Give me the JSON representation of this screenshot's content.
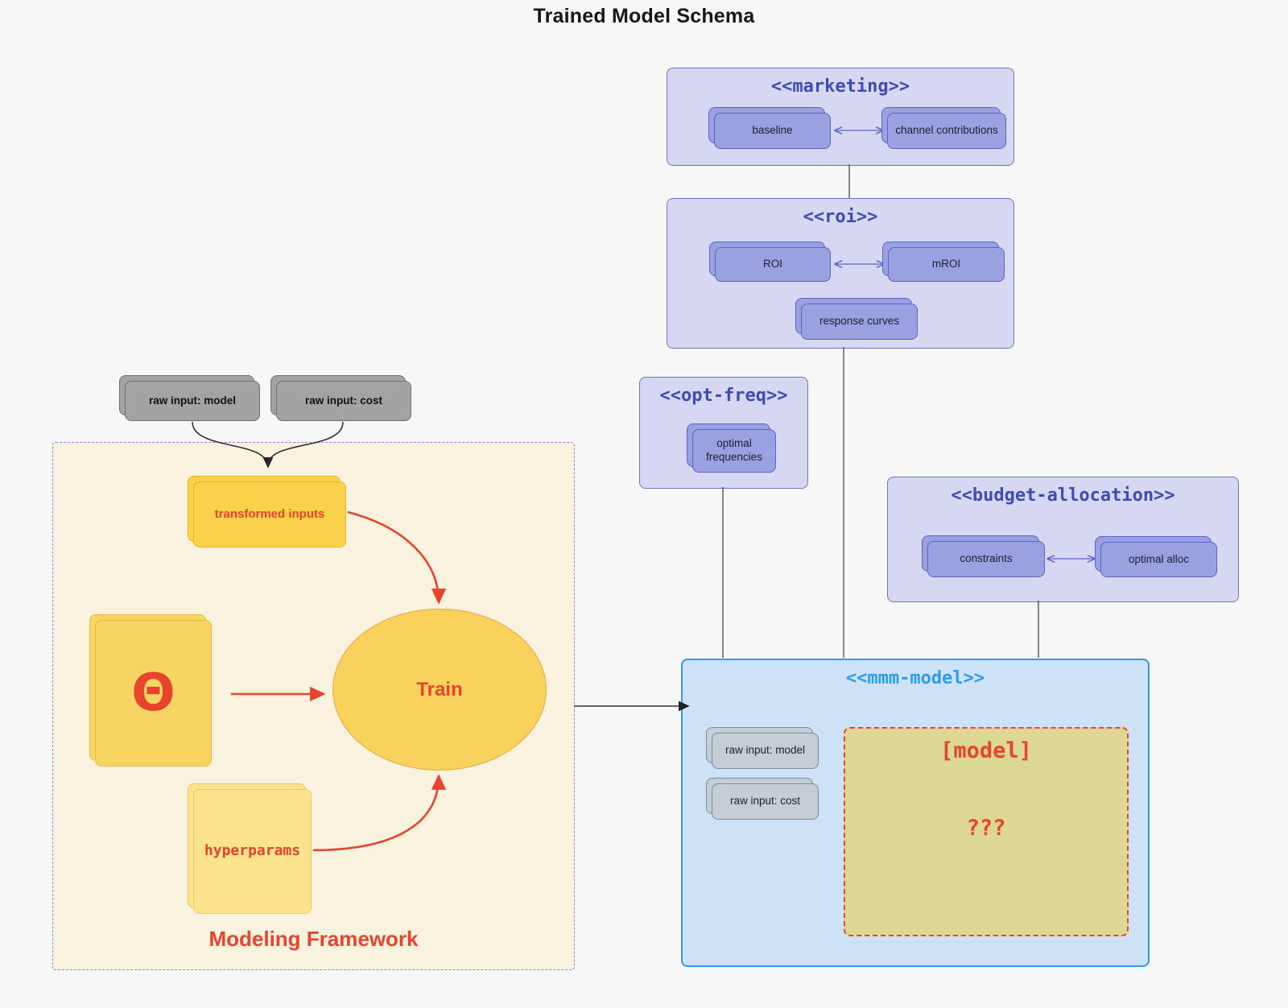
{
  "diagram_title": "Trained Model Schema",
  "clusters": {
    "marketing": {
      "title": "<<marketing>>",
      "nodes": {
        "baseline": "baseline",
        "channel": "channel contributions"
      }
    },
    "roi": {
      "title": "<<roi>>",
      "nodes": {
        "roi": "ROI",
        "mroi": "mROI",
        "response": "response curves"
      }
    },
    "opt_freq": {
      "title": "<<opt-freq>>",
      "nodes": {
        "optimal": "optimal frequencies"
      }
    },
    "budget": {
      "title": "<<budget-allocation>>",
      "nodes": {
        "constraints": "constraints",
        "alloc": "optimal alloc"
      }
    },
    "mmm": {
      "title": "<<mmm-model>>",
      "nodes": {
        "raw_model": "raw input: model",
        "raw_cost": "raw input: cost"
      },
      "model_box": {
        "header": "[model]",
        "body": "???"
      }
    },
    "framework": {
      "caption": "Modeling Framework",
      "nodes": {
        "transformed": "transformed inputs",
        "theta": "Θ",
        "train": "Train",
        "hyper": "hyperparams"
      }
    }
  },
  "external_inputs": {
    "raw_model": "raw input: model",
    "raw_cost": "raw input: cost"
  },
  "colors": {
    "background": "#f7f7f8",
    "cluster_fill": "#d5d8f0",
    "cluster_border": "#6b74c9",
    "cluster_title": "#3d4cb5",
    "purple_node_fill": "#9aa0e0",
    "purple_node_border": "#5a63c7",
    "mmm_fill": "#cde2f6",
    "mmm_border": "#2e9bf0",
    "dark_gray_node": "#a3a3a4",
    "light_gray_node": "#c5cdd5",
    "framework_fill": "#f8f2df",
    "framework_border": "#8189d8",
    "gold_node": "#f9d14b",
    "model_box_fill": "#ddd795",
    "accent_red": "#e8432c"
  }
}
